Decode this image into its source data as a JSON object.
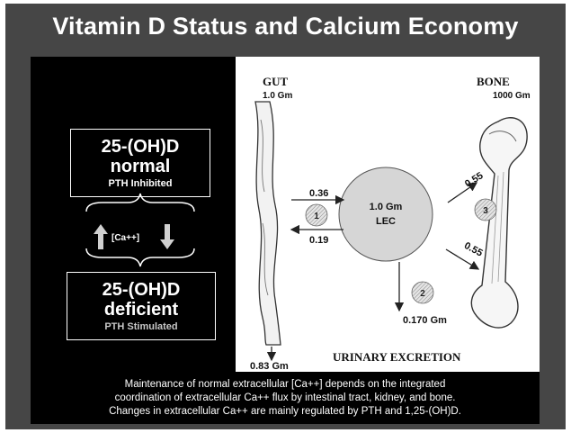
{
  "title": "Vitamin D Status and Calcium Economy",
  "box_normal": {
    "line1": "25-(OH)D",
    "line2": "normal",
    "line3": "PTH Inhibited"
  },
  "box_deficient": {
    "line1": "25-(OH)D",
    "line2": "deficient",
    "line3": "PTH Stimulated"
  },
  "calcium_label": "[Ca++]",
  "diagram": {
    "gut_label": "GUT",
    "gut_amount": "1.0 Gm",
    "bone_label": "BONE",
    "bone_amount": "1000 Gm",
    "lec_amount": "1.0 Gm",
    "lec_label": "LEC",
    "flow_gut_in": "0.36",
    "flow_gut_out": "0.19",
    "flow_bone_out": "0.55",
    "flow_bone_in": "0.55",
    "flow_urine": "0.170 Gm",
    "flow_fecal": "0.83 Gm",
    "marker_1": "1",
    "marker_2": "2",
    "marker_3": "3",
    "urinary_label": "URINARY EXCRETION"
  },
  "caption": [
    "Maintenance of normal extracellular [Ca++] depends on the integrated",
    "coordination of extracellular Ca++ flux by intestinal tract, kidney, and bone.",
    "Changes in extracellular Ca++ are mainly regulated by PTH and 1,25-(OH)D."
  ]
}
